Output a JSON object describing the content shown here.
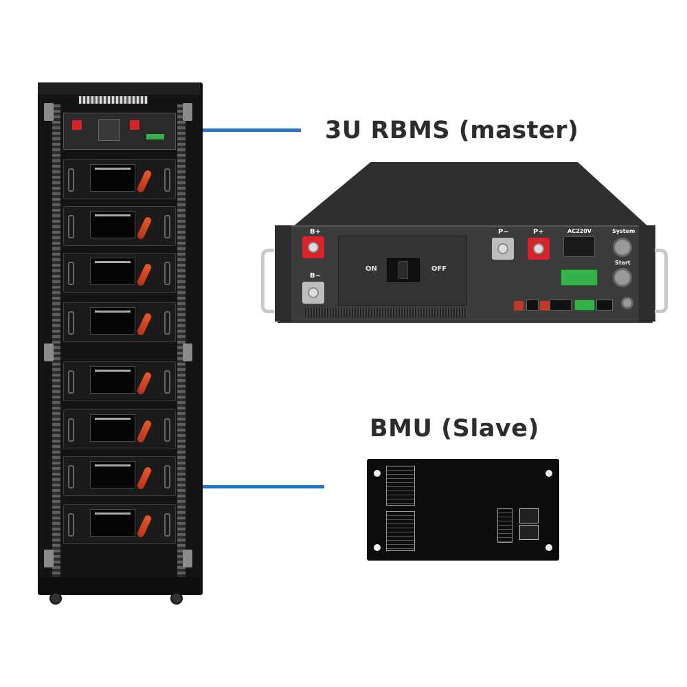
{
  "labels": {
    "rbms": "3U RBMS (master)",
    "bmu": "BMU (Slave)"
  },
  "rbms_panel": {
    "switch_on": "ON",
    "switch_off": "OFF",
    "b_plus": "B+",
    "b_minus": "B−",
    "p_minus": "P−",
    "p_plus": "P+",
    "ac_input": "AC220V",
    "system_button": "System",
    "start_button": "Start"
  },
  "colors": {
    "leader_line": "#2a75c8",
    "label_text": "#2d2d2d",
    "terminal_red": "#d8232a",
    "connector_green": "#35b34a",
    "cable_orange": "#e8592b"
  },
  "cabinet": {
    "module_count": 8
  }
}
